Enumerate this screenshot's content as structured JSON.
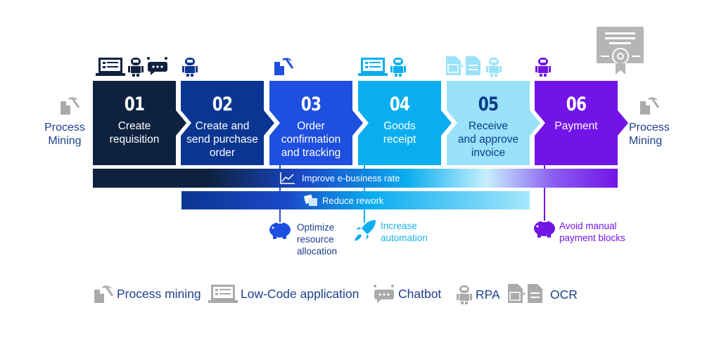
{
  "side_left": {
    "label_line1": "Process",
    "label_line2": "Mining"
  },
  "side_right": {
    "label_line1": "Process",
    "label_line2": "Mining"
  },
  "steps": [
    {
      "num": "01",
      "lines": [
        "Create",
        "requisition"
      ],
      "color": "#0e2240",
      "text": "#ffffff"
    },
    {
      "num": "02",
      "lines": [
        "Create and",
        "send purchase",
        "order"
      ],
      "color": "#0a3691",
      "text": "#ffffff"
    },
    {
      "num": "03",
      "lines": [
        "Order",
        "confirmation",
        "and tracking"
      ],
      "color": "#1e4fe0",
      "text": "#ffffff"
    },
    {
      "num": "04",
      "lines": [
        "Goods",
        "receipt"
      ],
      "color": "#0aaef0",
      "text": "#ffffff"
    },
    {
      "num": "05",
      "lines": [
        "Receive",
        "and approve",
        "invoice"
      ],
      "color": "#99e2fa",
      "text": "#0d3a8a"
    },
    {
      "num": "06",
      "lines": [
        "Payment"
      ],
      "color": "#7214e8",
      "text": "#ffffff"
    }
  ],
  "bars": {
    "improve": "Improve e-business rate",
    "reduce": "Reduce rework"
  },
  "benefits": {
    "optimize": [
      "Optimize",
      "resource",
      "allocation"
    ],
    "automation": [
      "Increase",
      "automation"
    ],
    "payment": [
      "Avoid manual",
      "payment blocks"
    ]
  },
  "legend": {
    "process_mining": "Process mining",
    "low_code": "Low-Code application",
    "chatbot": "Chatbot",
    "rpa": "RPA",
    "ocr": "OCR"
  }
}
